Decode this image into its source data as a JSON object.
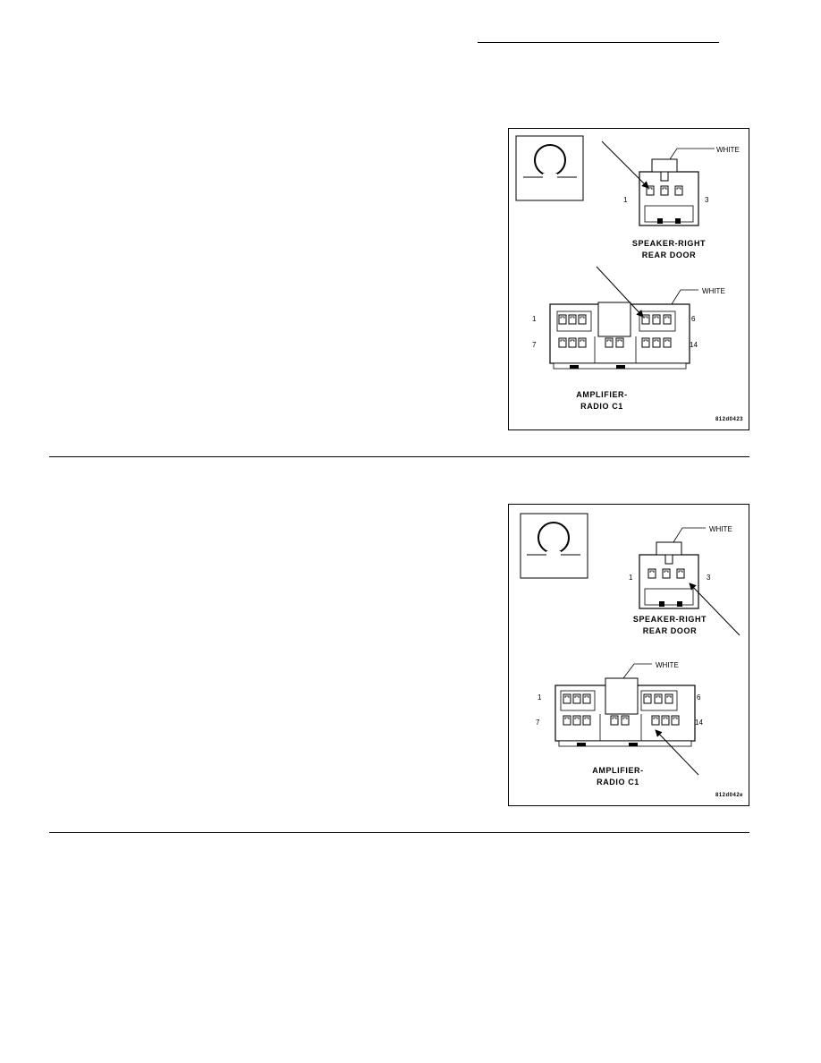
{
  "figures": [
    {
      "speaker": {
        "title_line1": "SPEAKER-RIGHT",
        "title_line2": "REAR DOOR",
        "color_tag": "WHITE",
        "pin_left": "1",
        "pin_right": "3"
      },
      "amplifier": {
        "title_line1": "AMPLIFIER-",
        "title_line2": "RADIO C1",
        "color_tag": "WHITE",
        "pin_top_left": "1",
        "pin_top_right": "6",
        "pin_bottom_left": "7",
        "pin_bottom_right": "14"
      },
      "figure_id": "812d0423"
    },
    {
      "speaker": {
        "title_line1": "SPEAKER-RIGHT",
        "title_line2": "REAR DOOR",
        "color_tag": "WHITE",
        "pin_left": "1",
        "pin_right": "3"
      },
      "amplifier": {
        "title_line1": "AMPLIFIER-",
        "title_line2": "RADIO C1",
        "color_tag": "WHITE",
        "pin_top_left": "1",
        "pin_top_right": "6",
        "pin_bottom_left": "7",
        "pin_bottom_right": "14"
      },
      "figure_id": "812d042e"
    }
  ]
}
